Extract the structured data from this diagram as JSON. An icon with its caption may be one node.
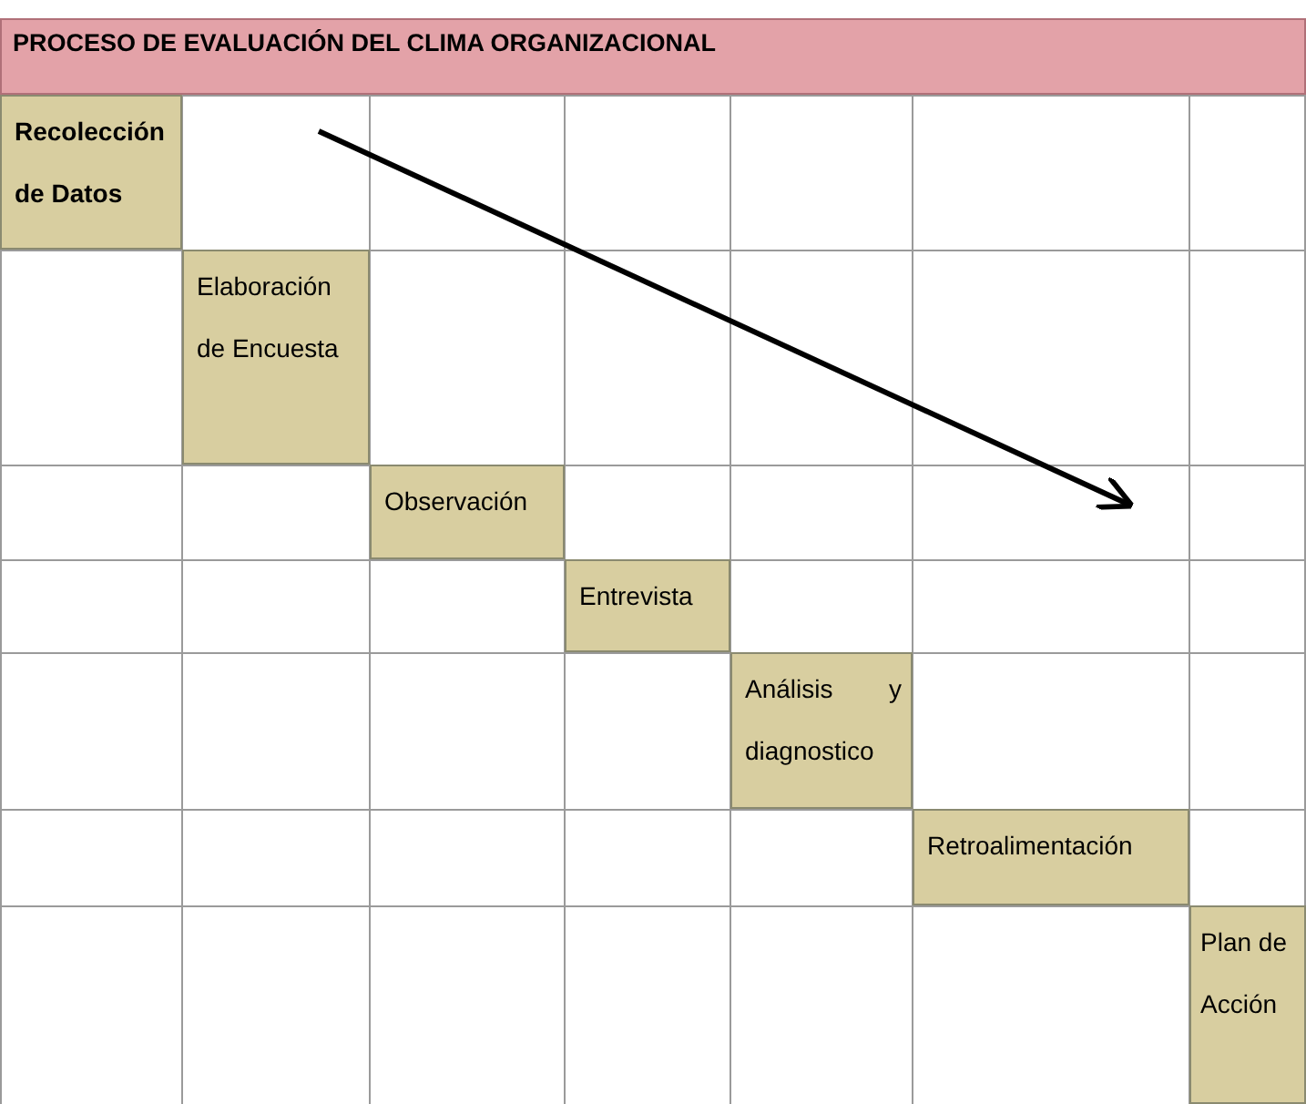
{
  "diagram": {
    "title": "PROCESO DE EVALUACIÓN DEL CLIMA ORGANIZACIONAL",
    "nodes": [
      {
        "text": [
          "Recolección de Datos"
        ]
      },
      {
        "text": [
          "Elaboración de Encuesta"
        ]
      },
      {
        "text": [
          "Observación"
        ]
      },
      {
        "text": [
          "Entrevista"
        ]
      },
      {
        "text": [
          "Análisis y diagnostico"
        ]
      },
      {
        "text": [
          "Retroalimentación"
        ]
      },
      {
        "text": [
          "Plan de Acción"
        ]
      }
    ],
    "edges": []
  }
}
